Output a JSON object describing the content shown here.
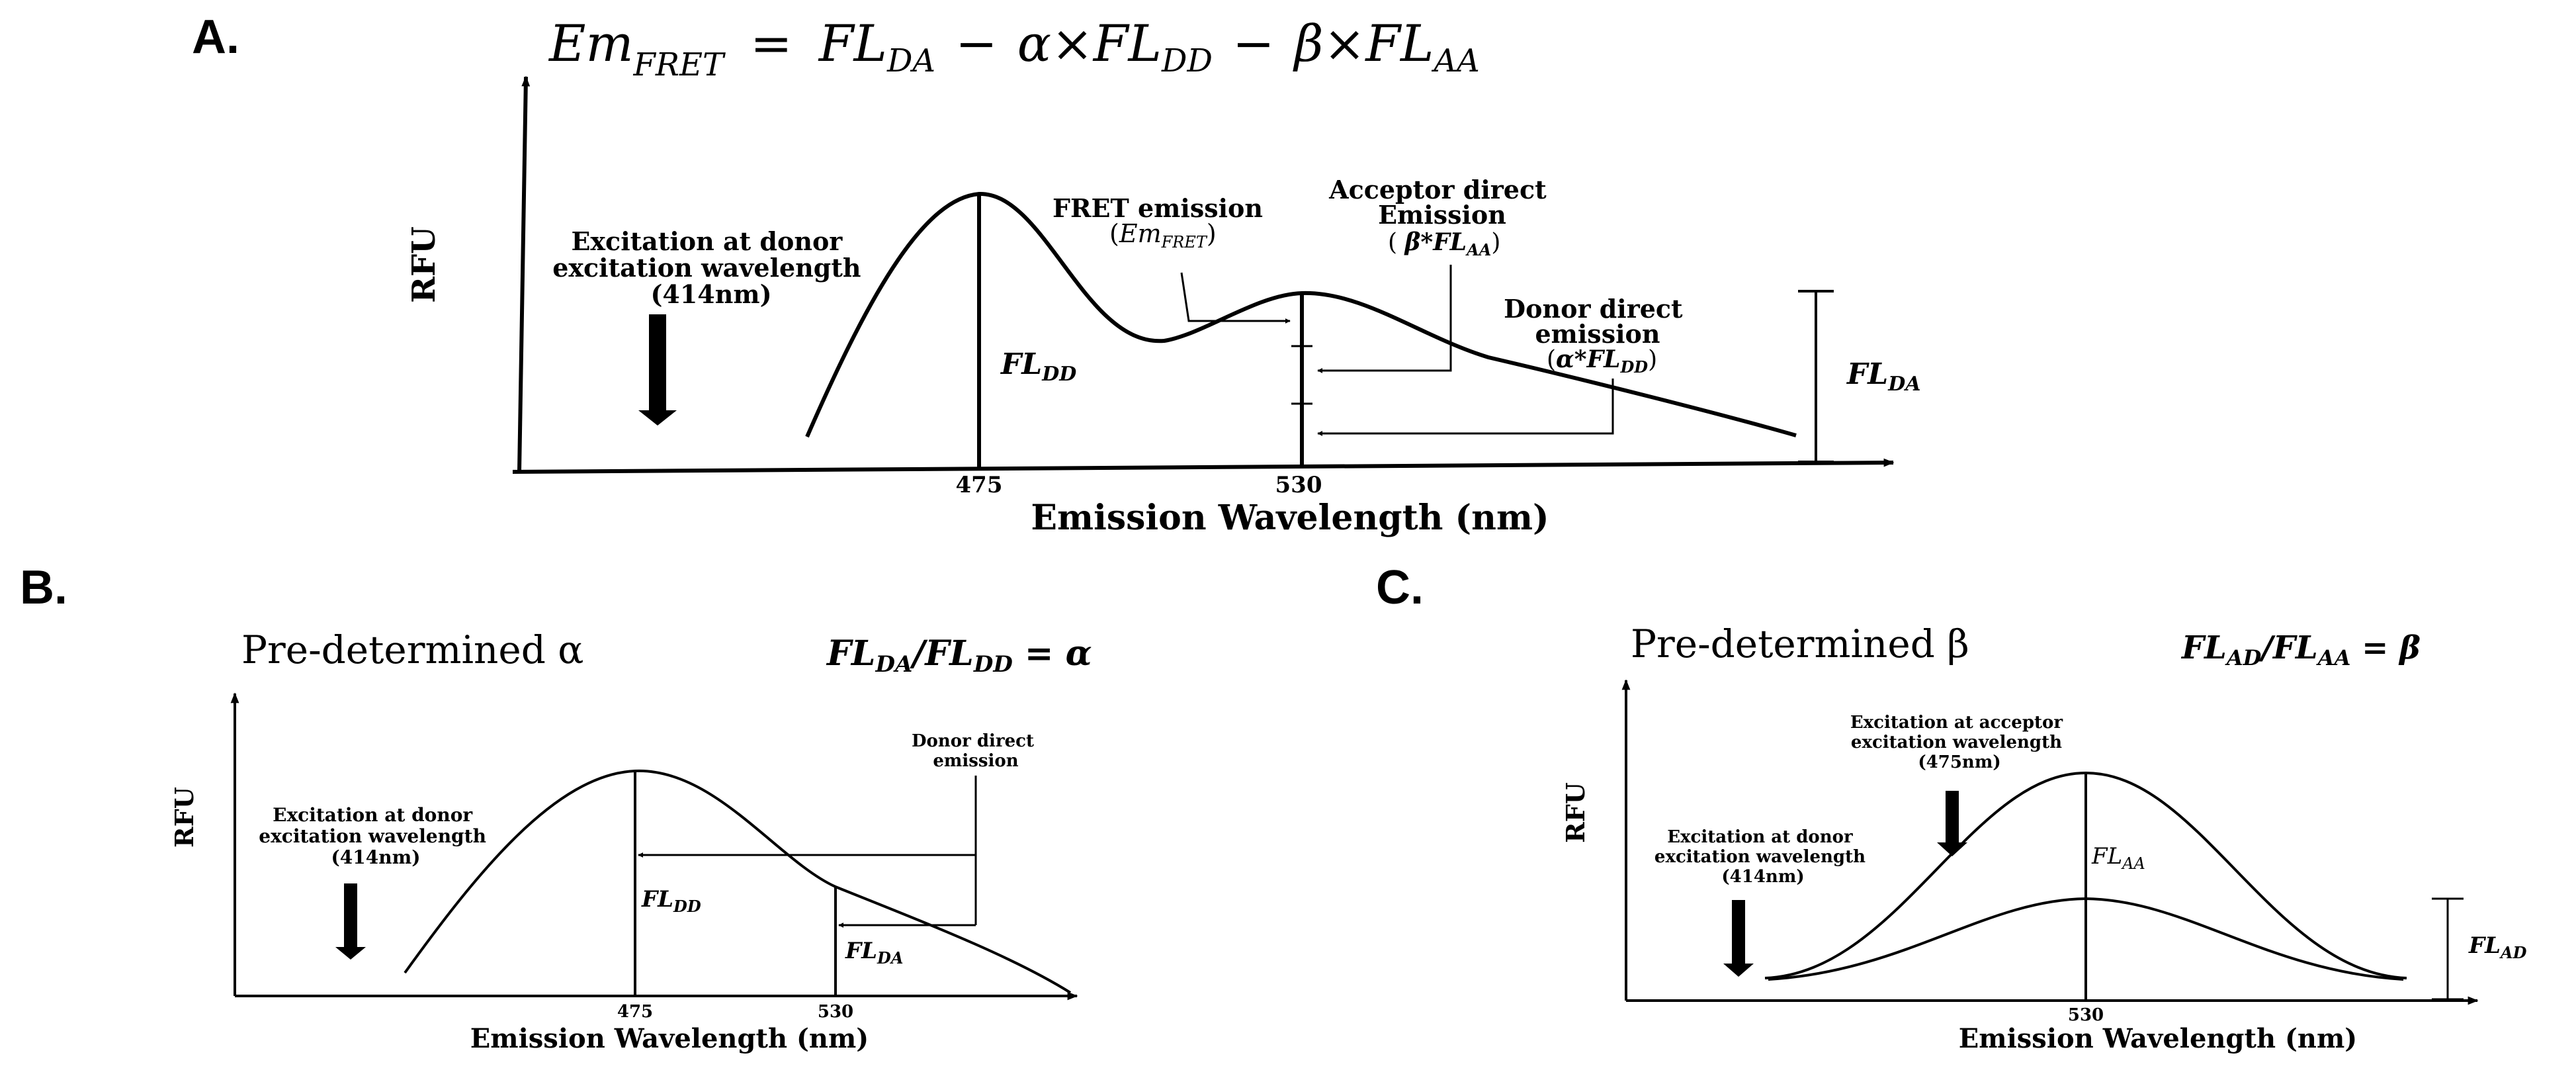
{
  "panel_a": {
    "label": "A.",
    "formula": {
      "lhs": "Em",
      "lhs_sub": "FRET",
      "eq": "=",
      "t1": "FL",
      "t1_sub": "DA",
      "op1": "−",
      "coef1": "α×",
      "t2": "FL",
      "t2_sub": "DD",
      "op2": "−",
      "coef2": "β×",
      "t3": "FL",
      "t3_sub": "AA"
    },
    "y_label": "RFU",
    "x_label": "Emission Wavelength (nm)",
    "ticks": [
      "475",
      "530"
    ],
    "excitation": [
      "Excitation at donor",
      "excitation wavelength",
      "(414nm)"
    ],
    "fret": {
      "line1": "FRET emission",
      "open": "(",
      "em": "Em",
      "sub": "FRET",
      "close": ")"
    },
    "acceptor": {
      "line1": "Acceptor direct",
      "line2": "Emission",
      "open": "( ",
      "coef": "β*",
      "fl": "FL",
      "sub": "AA",
      "close": ")"
    },
    "donor": {
      "line1": "Donor direct",
      "line2": "emission",
      "open": "(",
      "coef": "α*",
      "fl": "FL",
      "sub": "DD",
      "close": ")"
    },
    "fl_dd": {
      "fl": "FL",
      "sub": "DD"
    },
    "fl_da": {
      "fl": "FL",
      "sub": "DA"
    }
  },
  "panel_b": {
    "label": "B.",
    "title": "Pre-determined α",
    "ratio": {
      "n": "FL",
      "n_sub": "DA",
      "slash": "/",
      "d": "FL",
      "d_sub": "DD",
      "eq": " = α"
    },
    "y_label": "RFU",
    "x_label": "Emission Wavelength (nm)",
    "ticks": [
      "475",
      "530"
    ],
    "excitation": [
      "Excitation at donor",
      "excitation wavelength",
      "(414nm)"
    ],
    "donor_direct": [
      "Donor direct",
      "emission"
    ],
    "fl_dd": {
      "fl": "FL",
      "sub": "DD"
    },
    "fl_da": {
      "fl": "FL",
      "sub": "DA"
    }
  },
  "panel_c": {
    "label": "C.",
    "title": "Pre-determined β",
    "ratio": {
      "n": "FL",
      "n_sub": "AD",
      "slash": "/",
      "d": "FL",
      "d_sub": "AA",
      "eq": " = β"
    },
    "y_label": "RFU",
    "x_label": "Emission Wavelength (nm)",
    "tick": "530",
    "acceptor_excitation": [
      "Excitation at acceptor",
      "excitation wavelength",
      "(475nm)"
    ],
    "donor_excitation": [
      "Excitation at donor",
      "excitation wavelength",
      "(414nm)"
    ],
    "fl_aa": {
      "fl": "FL",
      "sub": "AA"
    },
    "fl_ad": {
      "fl": "FL",
      "sub": "AD"
    }
  }
}
